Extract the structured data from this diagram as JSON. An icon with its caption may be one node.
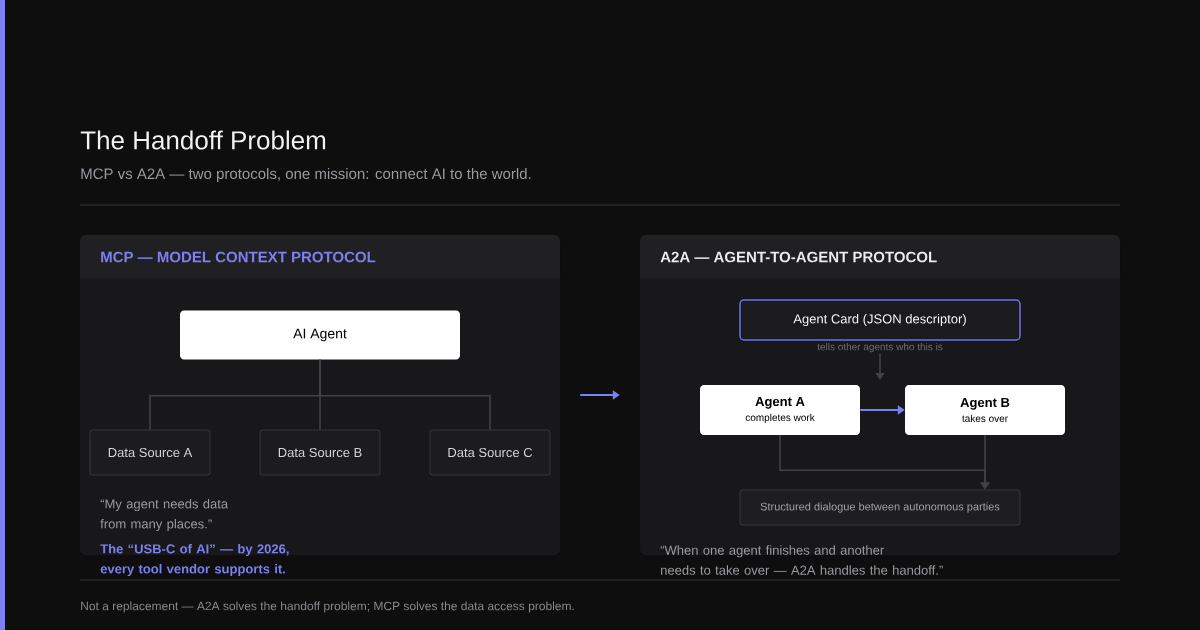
{
  "diagram": {
    "title": "The Handoff Problem",
    "nodes": [
      {
        "text": [
          "MCP — MODEL CONTEXT PROTOCOL"
        ]
      },
      {
        "text": [
          "AI Agent"
        ],
        "in": 0
      },
      {
        "text": [
          "Data Source A"
        ],
        "in": 0
      },
      {
        "text": [
          "Data Source B"
        ],
        "in": 0
      },
      {
        "text": [
          "Data Source C"
        ],
        "in": 0
      },
      {
        "text": [
          "A2A — AGENT-TO-AGENT PROTOCOL"
        ]
      },
      {
        "text": [
          "Agent Card (JSON descriptor)"
        ],
        "beside": [
          "tells other agents who this is"
        ],
        "in": 5
      },
      {
        "text": [
          "Agent A",
          "completes work"
        ],
        "in": 5
      },
      {
        "text": [
          "Agent B",
          "takes over"
        ],
        "in": 5
      },
      {
        "text": [
          "Structured dialogue between autonomous parties"
        ],
        "in": 5
      }
    ],
    "edges": [
      {
        "from": 1,
        "to": 2,
        "arrow": "none"
      },
      {
        "from": 1,
        "to": 3,
        "arrow": "none"
      },
      {
        "from": 1,
        "to": 4,
        "arrow": "none"
      },
      {
        "from": 0,
        "to": 5,
        "arrow": "to",
        "color": "#7c80f0"
      },
      {
        "from": 6,
        "to": null,
        "arrow": "to"
      },
      {
        "from": 7,
        "to": 8,
        "arrow": "to",
        "color": "#7c80f0"
      },
      {
        "from": 7,
        "to": 9,
        "arrow": "to"
      },
      {
        "from": 8,
        "to": 9,
        "arrow": "to"
      }
    ],
    "labels": [
      "MCP vs A2A — two protocols, one mission: connect AI to the world.",
      "“My agent needs data from many places.”",
      "The “USB-C of AI” — by 2026, every tool vendor supports it.",
      "“When one agent finishes and another needs to take over — A2A handles the handoff.”",
      "Not a replacement — A2A solves the handoff problem; MCP solves the data access problem."
    ]
  }
}
